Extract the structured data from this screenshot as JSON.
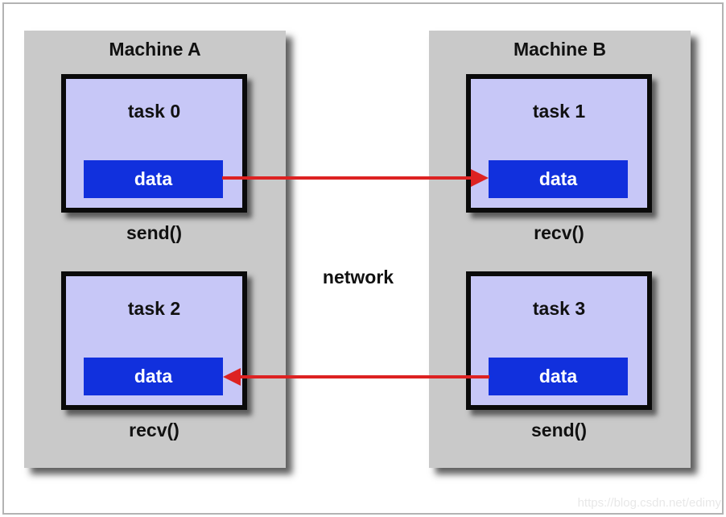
{
  "network_label": "network",
  "watermark": "https://blog.csdn.net/edimy",
  "colors": {
    "machine_fill": "#c9c9c9",
    "machine_shadow": "#232323",
    "task_fill": "#c7c7f7",
    "task_border": "#0a0a0a",
    "data_fill": "#1130dd",
    "data_text": "#ffffff",
    "arrow_red": "#dd2222",
    "text": "#111111",
    "frame_border": "#b3b3b3",
    "watermark_text": "#e8e8e8"
  },
  "machines": [
    {
      "name": "Machine A",
      "tasks": [
        {
          "title": "task 0",
          "data_label": "data",
          "operation": "send()"
        },
        {
          "title": "task 2",
          "data_label": "data",
          "operation": "recv()"
        }
      ]
    },
    {
      "name": "Machine B",
      "tasks": [
        {
          "title": "task 1",
          "data_label": "data",
          "operation": "recv()"
        },
        {
          "title": "task 3",
          "data_label": "data",
          "operation": "send()"
        }
      ]
    }
  ],
  "arrows": [
    {
      "from": "Machine A task 0 data",
      "to": "Machine B task 1 data",
      "direction": "right"
    },
    {
      "from": "Machine B task 3 data",
      "to": "Machine A task 2 data",
      "direction": "left"
    }
  ]
}
